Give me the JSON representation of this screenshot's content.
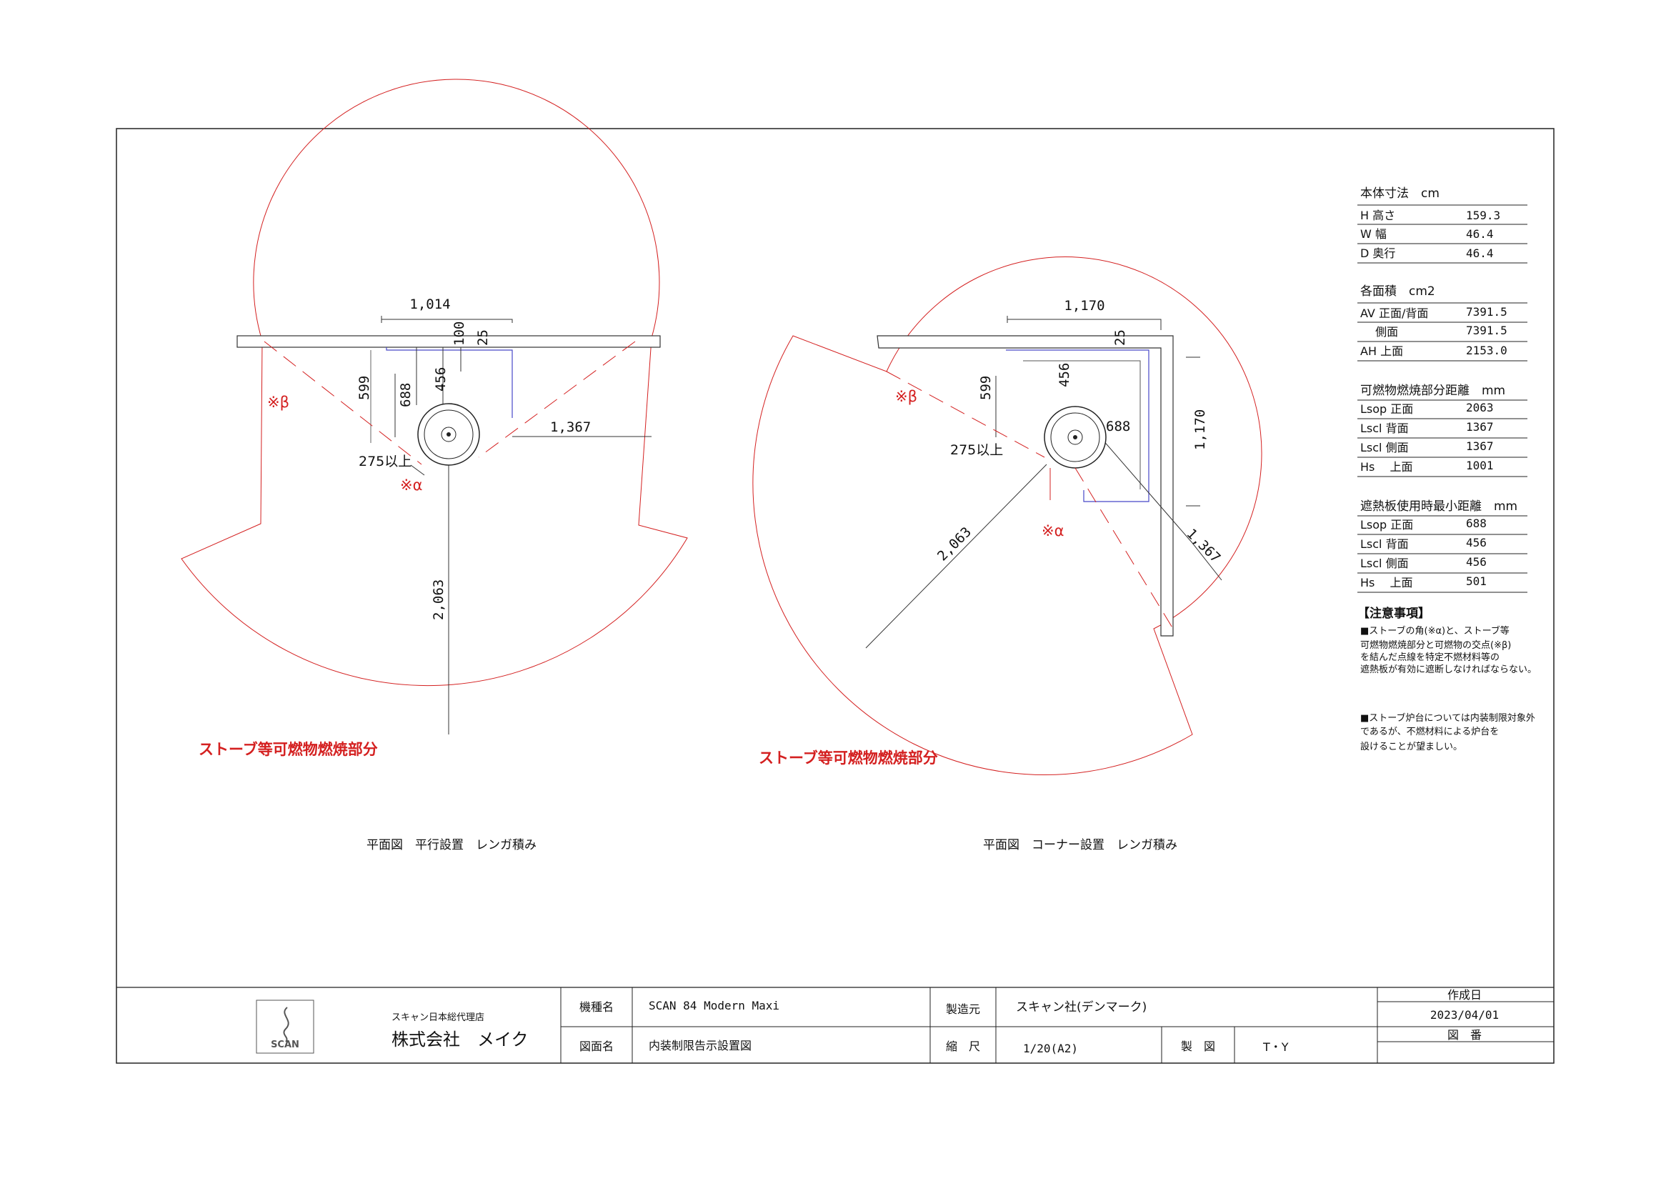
{
  "drawings": {
    "left": {
      "caption": "平面図　平行設置　レンガ積み",
      "dims": {
        "width": "1,014",
        "d100": "100",
        "d25": "25",
        "d599": "599",
        "d688": "688",
        "d456": "456",
        "d1367": "1,367",
        "d275": "275以上",
        "d2063": "2,063"
      },
      "alpha": "※α",
      "beta": "※β",
      "zone_label": "ストーブ等可燃物燃焼部分"
    },
    "right": {
      "caption": "平面図　コーナー設置　レンガ積み",
      "dims": {
        "width": "1,170",
        "d25": "25",
        "d599": "599",
        "d456": "456",
        "d688": "688",
        "d1170": "1,170",
        "d275": "275以上",
        "d2063": "2,063",
        "d1367": "1,367"
      },
      "alpha": "※α",
      "beta": "※β",
      "zone_label": "ストーブ等可燃物燃焼部分"
    }
  },
  "specs": {
    "body_title": "本体寸法　cm",
    "body_rows": [
      {
        "label": "H 高さ",
        "value": "159.3"
      },
      {
        "label": "W 幅",
        "value": "46.4"
      },
      {
        "label": "D 奥行",
        "value": "46.4"
      }
    ],
    "area_title": "各面積　cm2",
    "area_rows": [
      {
        "label": "AV 正面/背面",
        "value": "7391.5"
      },
      {
        "label": "　 側面",
        "value": "7391.5"
      },
      {
        "label": "AH 上面",
        "value": "2153.0"
      }
    ],
    "dist_title": "可燃物燃焼部分距離　mm",
    "dist_rows": [
      {
        "label": "Lsop 正面",
        "value": "2063"
      },
      {
        "label": "Lscl 背面",
        "value": "1367"
      },
      {
        "label": "Lscl 側面",
        "value": "1367"
      },
      {
        "label": "Hs 　上面",
        "value": "1001"
      }
    ],
    "shield_title": "遮熱板使用時最小距離　mm",
    "shield_rows": [
      {
        "label": "Lsop 正面",
        "value": "688"
      },
      {
        "label": "Lscl 背面",
        "value": "456"
      },
      {
        "label": "Lscl 側面",
        "value": "456"
      },
      {
        "label": "Hs 　上面",
        "value": "501"
      }
    ],
    "notes_title": "【注意事項】",
    "note1": [
      "■ストーブの角(※α)と、ストーブ等",
      "可燃物燃焼部分と可燃物の交点(※β)",
      "を結んだ点線を特定不燃材料等の",
      "遮熱板が有効に遮断しなければならない。"
    ],
    "note2": [
      "■ストーブ炉台については内装制限対象外",
      "であるが、不燃材料による炉台を",
      "設けることが望ましい。"
    ]
  },
  "title_block": {
    "logo_text": "SCAN",
    "company_sub": "スキャン日本総代理店",
    "company": "株式会社　メイク",
    "model_label": "機種名",
    "model_value": "SCAN 84 Modern Maxi",
    "drawing_label": "図面名",
    "drawing_value": "内装制限告示設置図",
    "maker_label": "製造元",
    "maker_value": "スキャン社(デンマーク)",
    "scale_label": "縮　尺",
    "scale_value": "1/20(A2)",
    "drafter_label": "製　図",
    "drafter_value": "T・Y",
    "created_label": "作成日",
    "created_value": "2023/04/01",
    "number_label": "図　番",
    "number_value": ""
  },
  "colors": {
    "line": "#111111",
    "red": "#d42020",
    "blue": "#5050c8"
  }
}
